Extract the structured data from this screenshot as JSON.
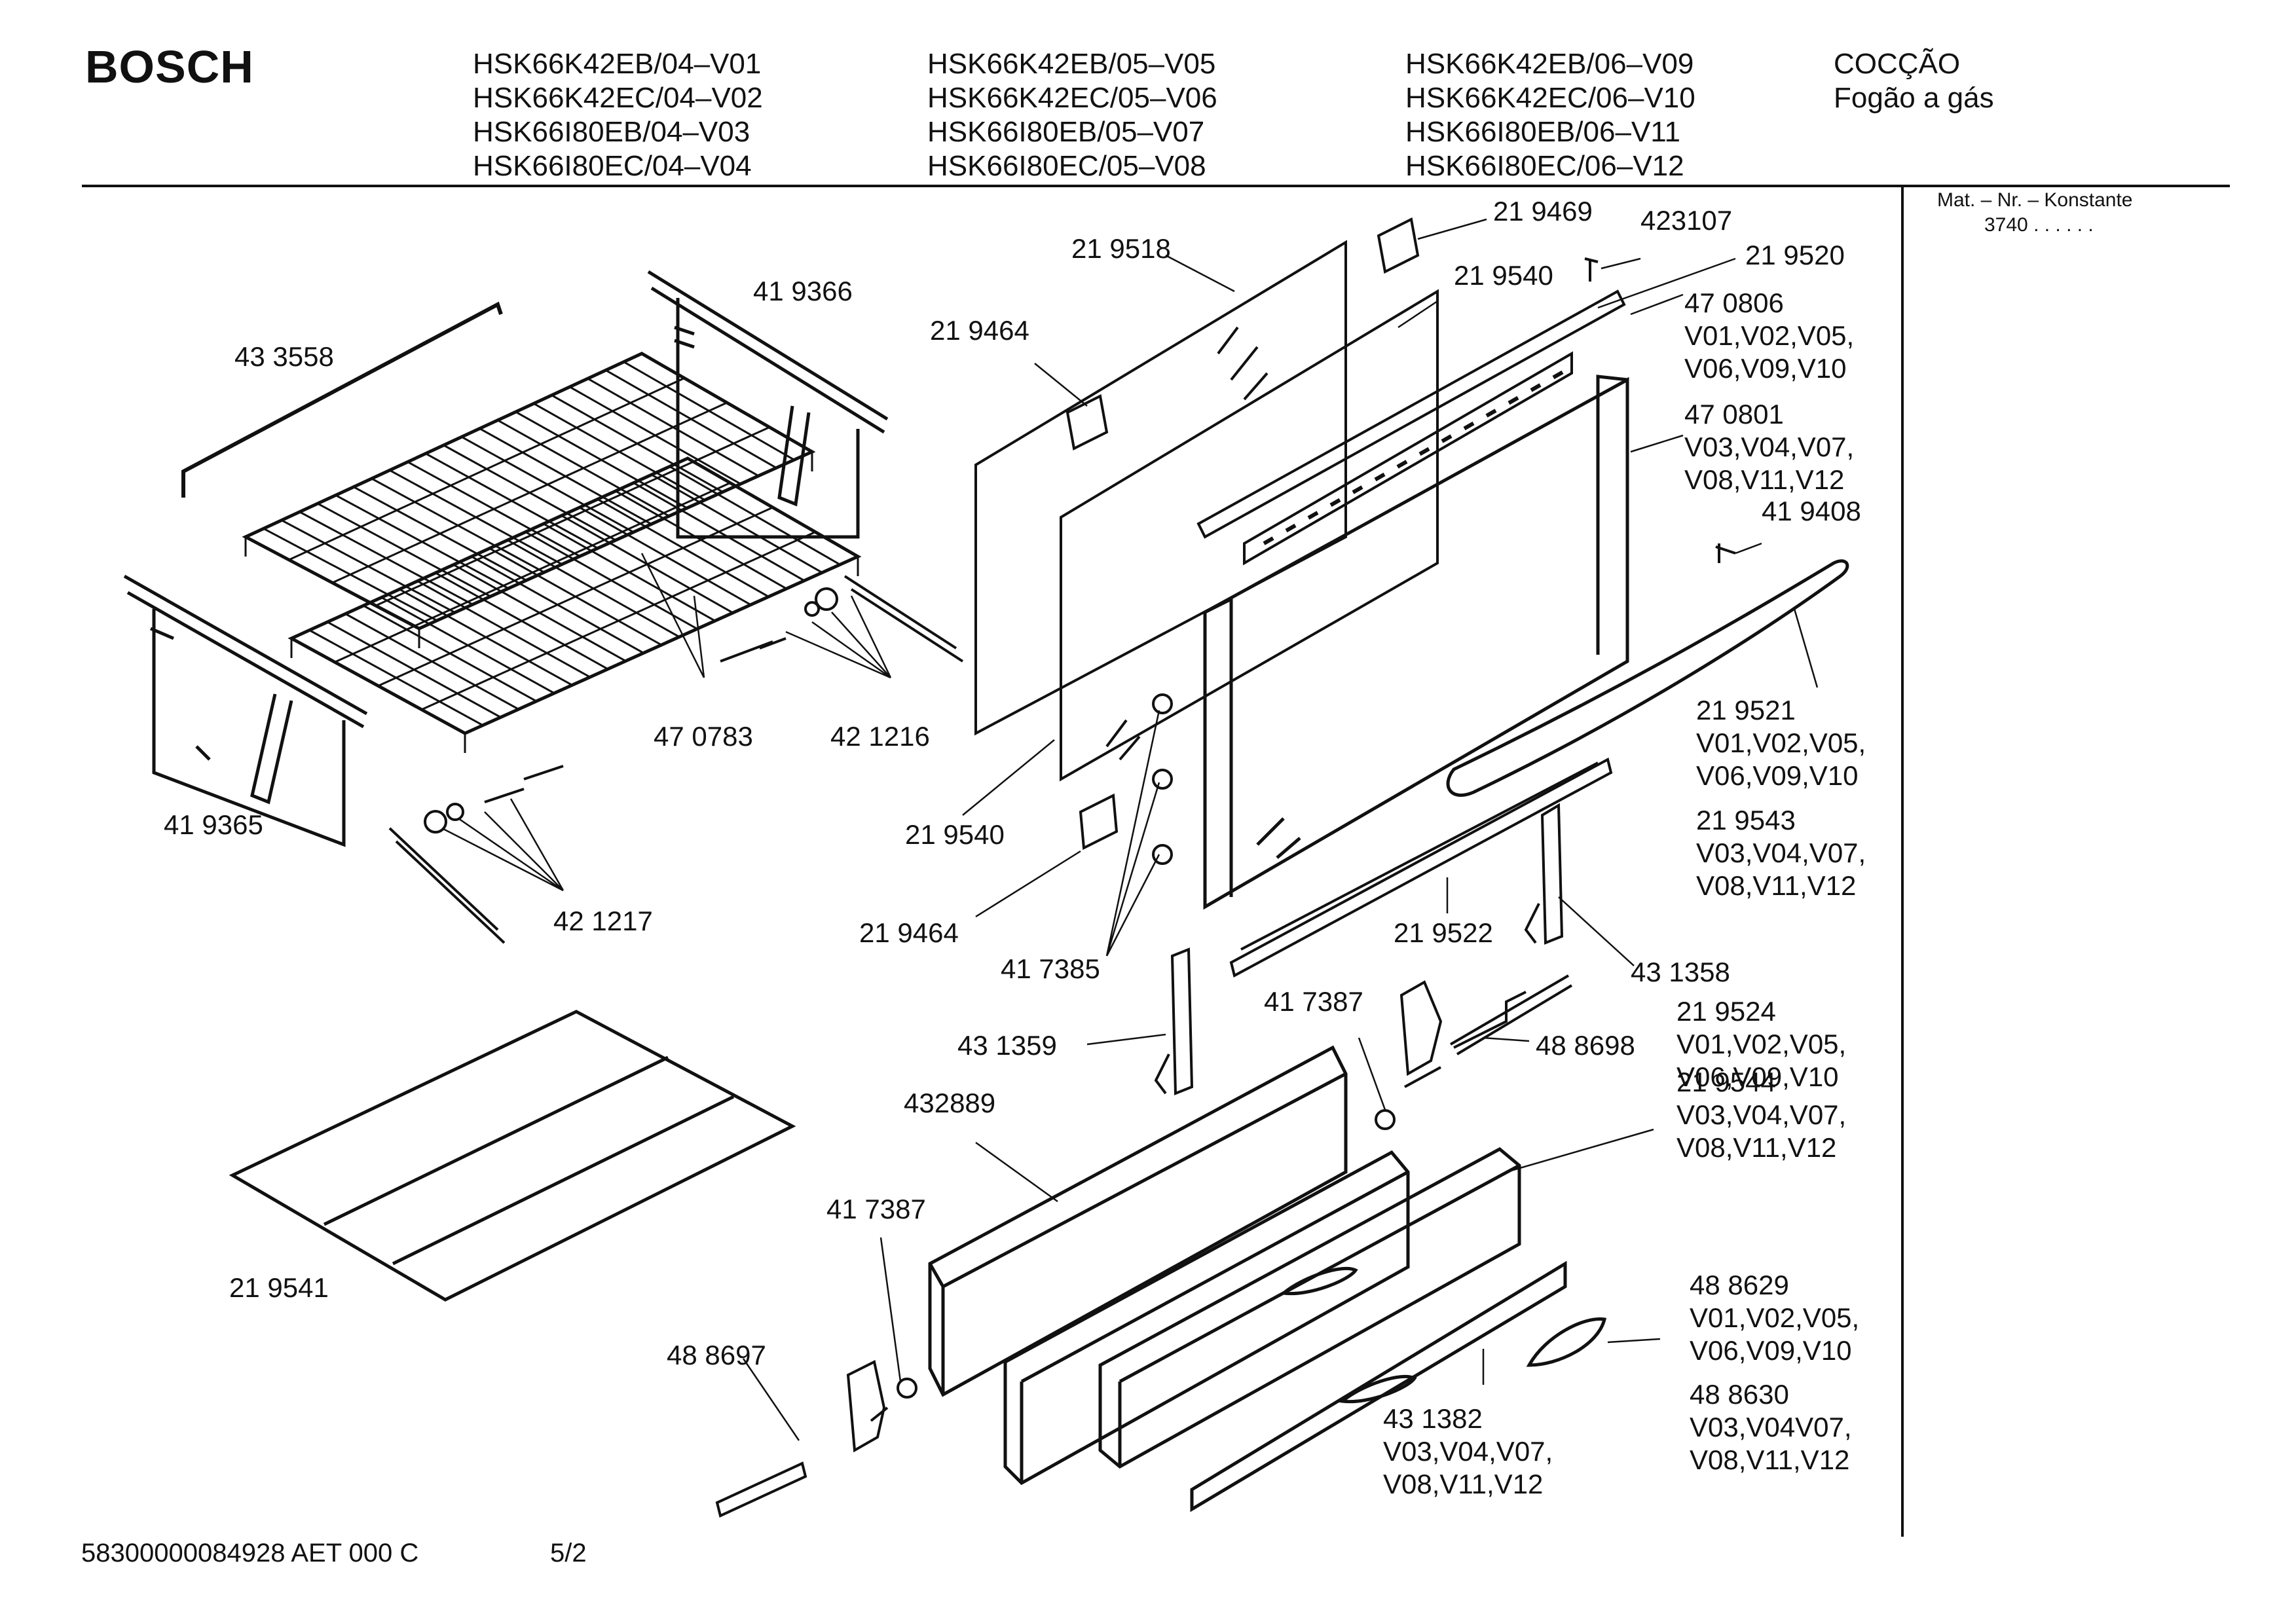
{
  "header": {
    "brand": "BOSCH",
    "models_col1": [
      "HSK66K42EB/04–V01",
      "HSK66K42EC/04–V02",
      "HSK66I80EB/04–V03",
      "HSK66I80EC/04–V04"
    ],
    "models_col2": [
      "HSK66K42EB/05–V05",
      "HSK66K42EC/05–V06",
      "HSK66I80EB/05–V07",
      "HSK66I80EC/05–V08"
    ],
    "models_col3": [
      "HSK66K42EB/06–V09",
      "HSK66K42EC/06–V10",
      "HSK66I80EB/06–V11",
      "HSK66I80EC/06–V12"
    ],
    "title": "COCÇÃO",
    "subtitle": "Fogão a gás"
  },
  "side_panel": {
    "mat_label": "Mat. – Nr. – Konstante",
    "mat_value": "3740 . . . . . ."
  },
  "parts": {
    "p433558": "43 3558",
    "p419366": "41 9366",
    "p219518": "21 9518",
    "p219469": "21 9469",
    "p423107": "423107",
    "p219540a": "21 9540",
    "p219520": "21 9520",
    "p470806": "47 0806",
    "p470806v1": "V01,V02,V05,",
    "p470806v2": "V06,V09,V10",
    "p470801": "47 0801",
    "p470801v1": "V03,V04,V07,",
    "p470801v2": "V08,V11,V12",
    "p419408": "41 9408",
    "p219464a": "21 9464",
    "p470783": "47 0783",
    "p421216": "42 1216",
    "p419365": "41 9365",
    "p421217": "42 1217",
    "p219540b": "21 9540",
    "p219521": "21 9521",
    "p219521v1": "V01,V02,V05,",
    "p219521v2": "V06,V09,V10",
    "p219543": "21 9543",
    "p219543v1": "V03,V04,V07,",
    "p219543v2": "V08,V11,V12",
    "p219464b": "21 9464",
    "p219522": "21 9522",
    "p417385": "41 7385",
    "p431358": "43 1358",
    "p417387a": "41 7387",
    "p431359": "43 1359",
    "p219524": "21 9524",
    "p219524v1": "V01,V02,V05,",
    "p219524v2": "V06,V09,V10",
    "p488698": "48 8698",
    "p432889": "432889",
    "p219544": "21 9544",
    "p219544v1": "V03,V04,V07,",
    "p219544v2": "V08,V11,V12",
    "p417387b": "41 7387",
    "p219541": "21 9541",
    "p488629": "48 8629",
    "p488629v1": "V01,V02,V05,",
    "p488629v2": "V06,V09,V10",
    "p488697": "48 8697",
    "p488630": "48 8630",
    "p488630v1": "V03,V04V07,",
    "p488630v2": "V08,V11,V12",
    "p431382": "43 1382",
    "p431382v1": "V03,V04,V07,",
    "p431382v2": "V08,V11,V12"
  },
  "footer": {
    "doc_number": "58300000084928 AET 000 C",
    "page": "5/2"
  }
}
